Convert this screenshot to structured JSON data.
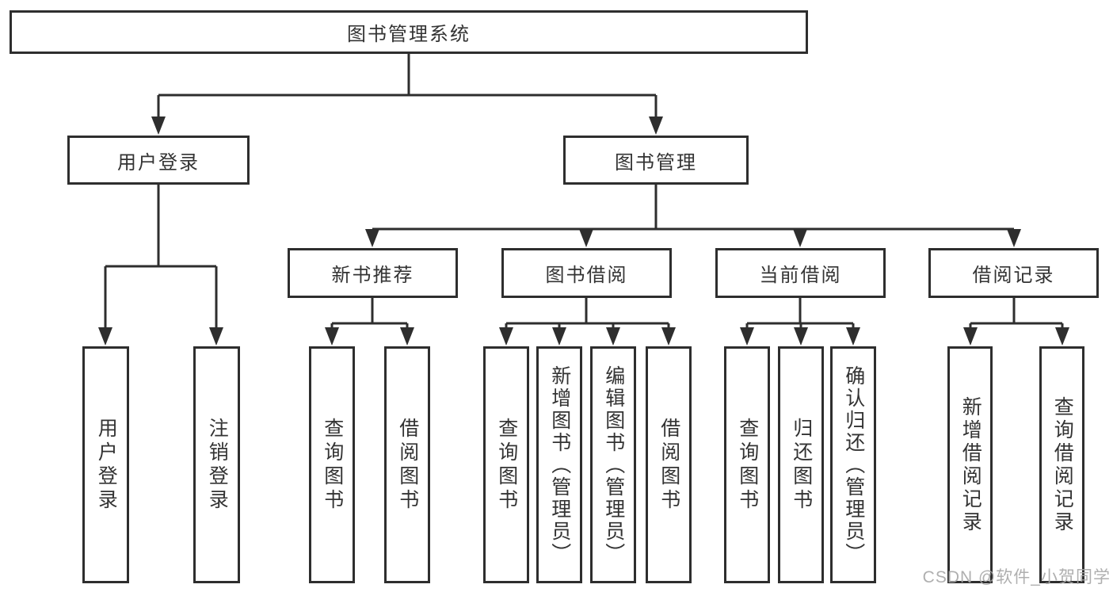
{
  "colors": {
    "line": "#2e2e2e",
    "text": "#333333",
    "background": "#ffffff",
    "watermark": "#a8a8a8"
  },
  "watermark": {
    "text": "CSDN @软件_小贺同学"
  },
  "diagram": {
    "root": {
      "label": "图书管理系统"
    },
    "level2": {
      "user_login": {
        "label": "用户登录"
      },
      "book_management": {
        "label": "图书管理"
      }
    },
    "level3": {
      "new_book_recommend": {
        "label": "新书推荐"
      },
      "book_borrow": {
        "label": "图书借阅"
      },
      "current_borrow": {
        "label": "当前借阅"
      },
      "borrow_records": {
        "label": "借阅记录"
      }
    },
    "leaves": {
      "user_login_leaf": {
        "label": "用户登录"
      },
      "logout": {
        "label": "注销登录"
      },
      "nb_query_books": {
        "label": "查询图书"
      },
      "nb_borrow_books": {
        "label": "借阅图书"
      },
      "bb_query_books": {
        "label": "查询图书"
      },
      "bb_add_books_admin": {
        "label": "新增图书（管理员）"
      },
      "bb_edit_books_admin": {
        "label": "编辑图书（管理员）"
      },
      "bb_borrow_books": {
        "label": "借阅图书"
      },
      "cb_query_books": {
        "label": "查询图书"
      },
      "cb_return_books": {
        "label": "归还图书"
      },
      "cb_confirm_return_admin": {
        "label": "确认归还（管理员）"
      },
      "br_add_record": {
        "label": "新增借阅记录"
      },
      "br_query_record": {
        "label": "查询借阅记录"
      }
    }
  }
}
